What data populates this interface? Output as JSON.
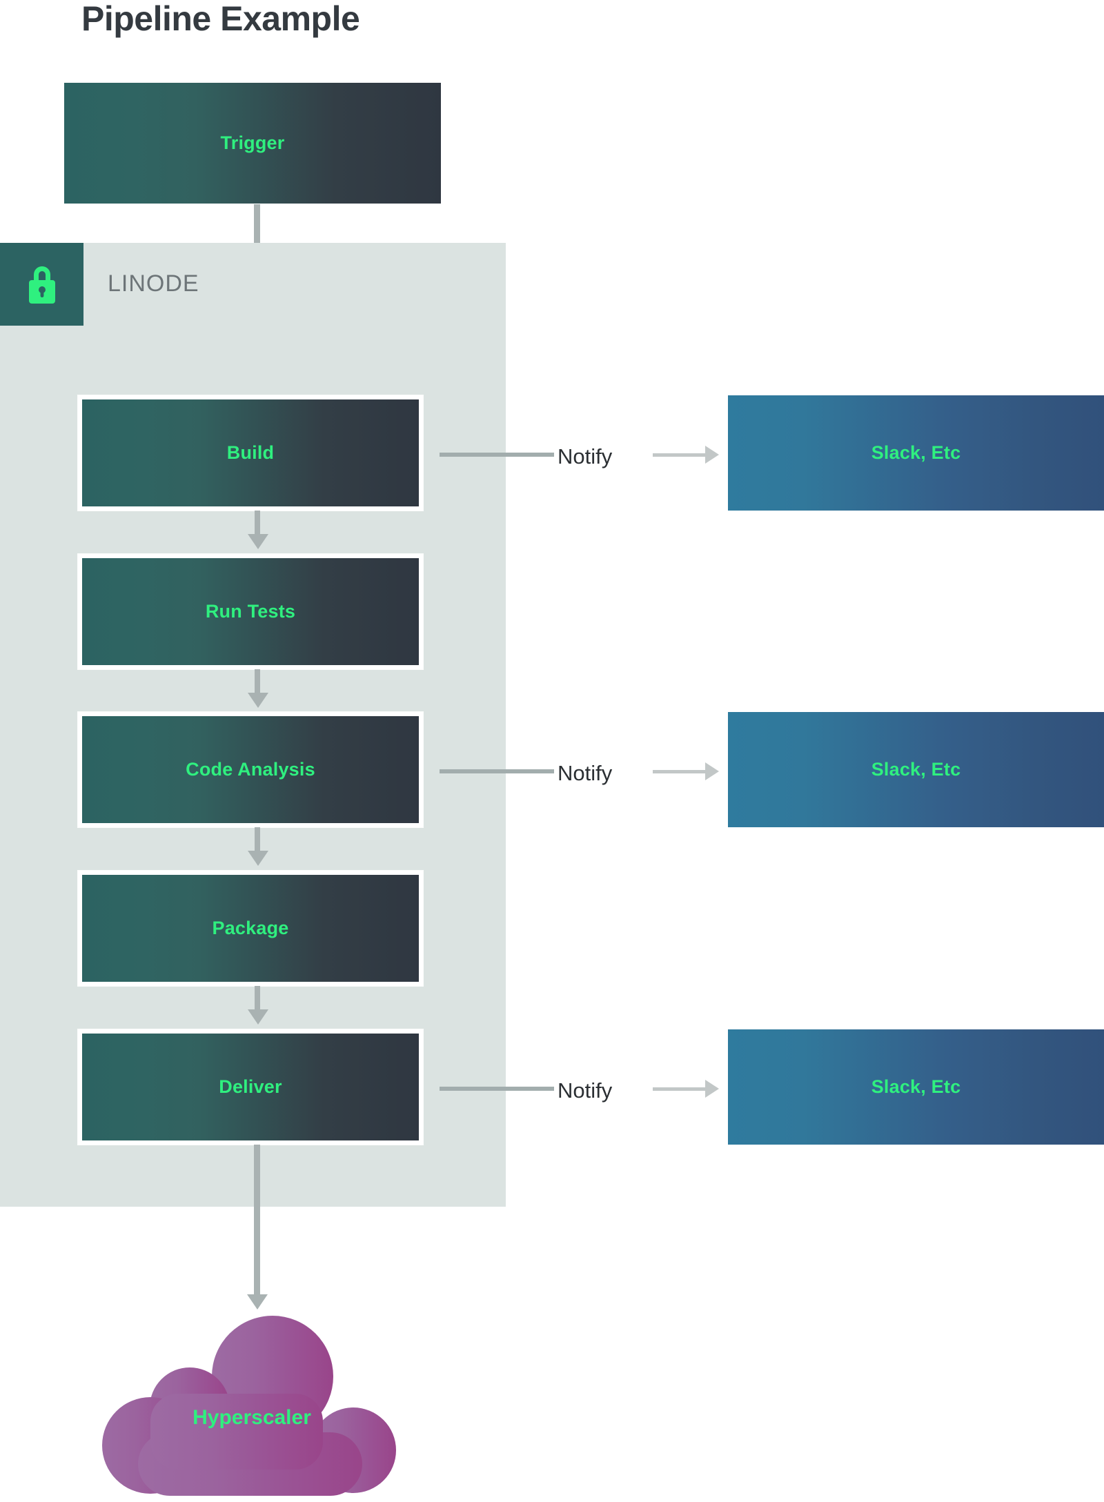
{
  "page": {
    "title": "Pipeline Example",
    "background": "#ffffff"
  },
  "colors": {
    "stage_gradient_start": "#2c6362",
    "stage_gradient_end": "#2f3741",
    "stage_text": "#2ff07f",
    "container_bg": "#dbe3e1",
    "lock_badge_bg": "#2c6362",
    "lock_glyph": "#2ff07f",
    "notify_box_start": "#2f7b9e",
    "notify_box_end": "#31517b",
    "cloud_start": "#9d6ba3",
    "cloud_end": "#9b4a8c",
    "arrow": "#a9b2b2",
    "title_text": "#343a40",
    "container_label_text": "#6d7578",
    "notify_label_text": "#2b2f33"
  },
  "trigger": {
    "label": "Trigger"
  },
  "container": {
    "label": "LINODE",
    "icon": "lock-icon"
  },
  "stages": [
    {
      "id": "build",
      "label": "Build"
    },
    {
      "id": "run-tests",
      "label": "Run Tests"
    },
    {
      "id": "code-analysis",
      "label": "Code Analysis"
    },
    {
      "id": "package",
      "label": "Package"
    },
    {
      "id": "deliver",
      "label": "Deliver"
    }
  ],
  "notifications": [
    {
      "from": "build",
      "edge_label": "Notify",
      "target_label": "Slack, Etc"
    },
    {
      "from": "code-analysis",
      "edge_label": "Notify",
      "target_label": "Slack, Etc"
    },
    {
      "from": "deliver",
      "edge_label": "Notify",
      "target_label": "Slack, Etc"
    }
  ],
  "cloud": {
    "label": "Hyperscaler",
    "icon": "cloud-icon"
  }
}
